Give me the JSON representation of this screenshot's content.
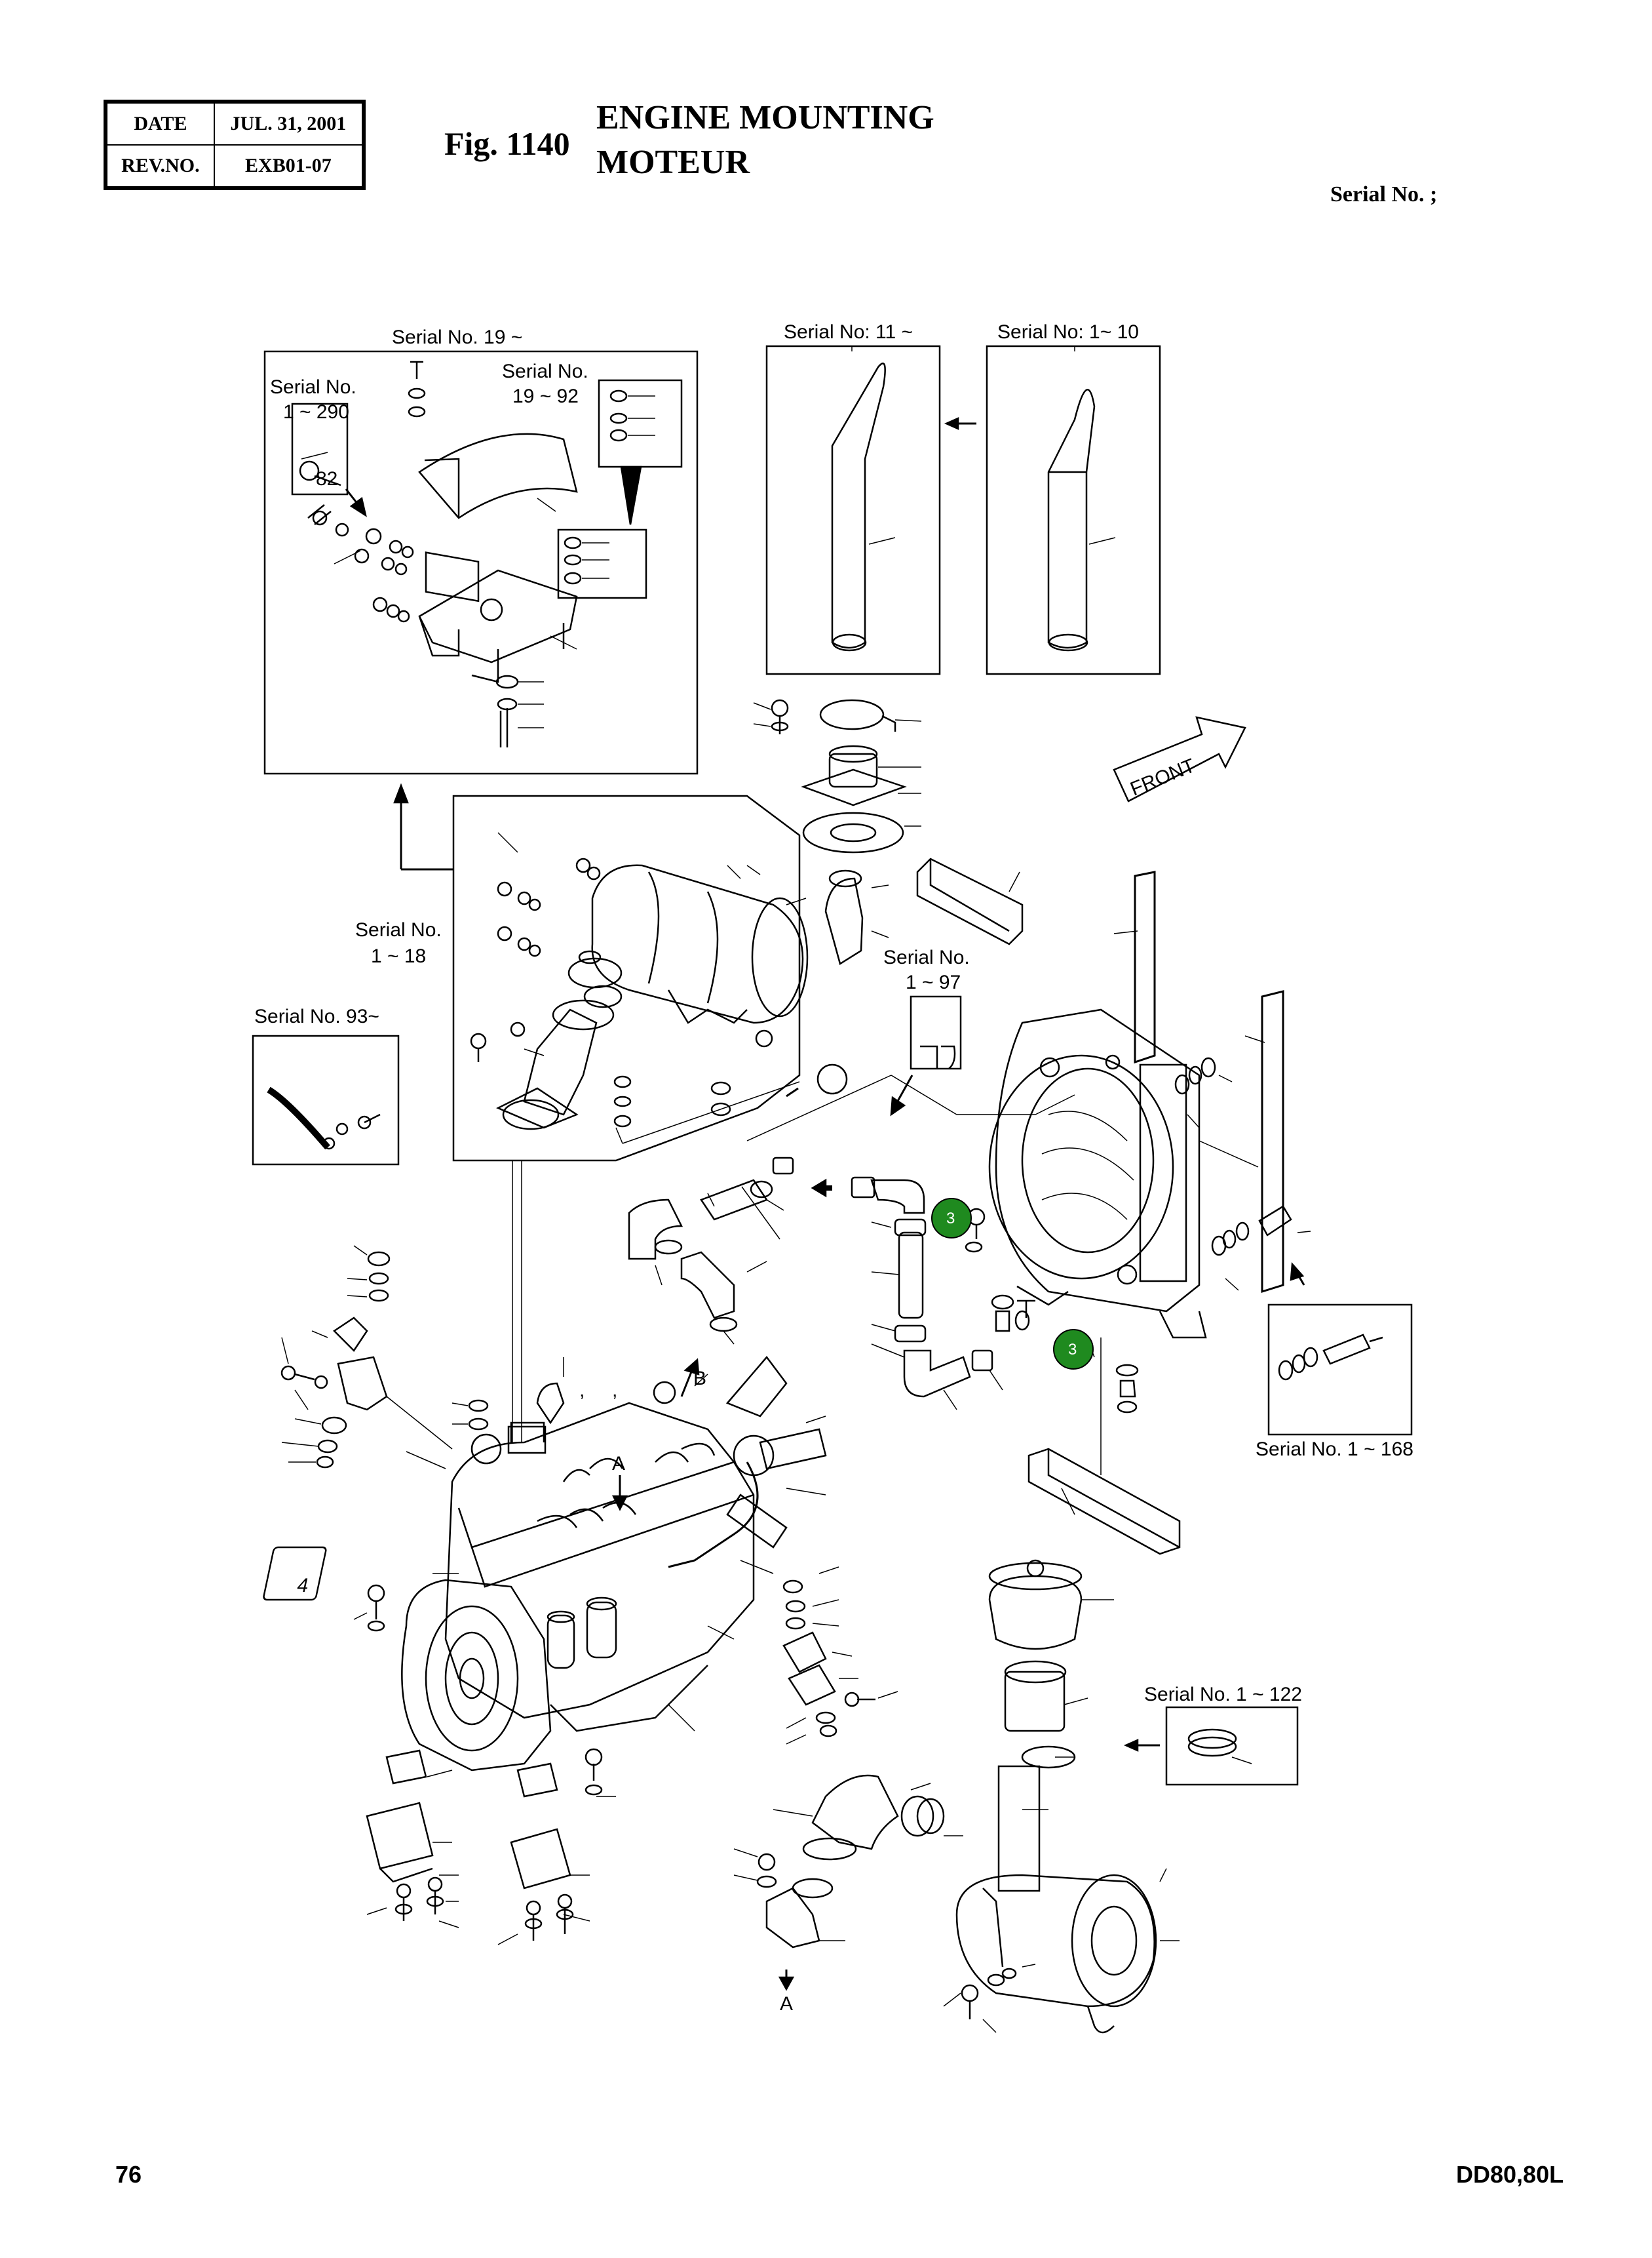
{
  "header": {
    "date_label": "DATE",
    "date_value": "JUL. 31, 2001",
    "rev_label": "REV.NO.",
    "rev_value": "EXB01-07",
    "fig_number": "Fig. 1140",
    "title_en": "ENGINE MOUNTING",
    "title_fr": "MOTEUR",
    "serial": "Serial No. ;"
  },
  "labels": {
    "s19": "Serial No. 19 ~",
    "s1_290_a": "Serial No.",
    "s1_290_b": "1 ~ 290",
    "s19_92_a": "Serial No.",
    "s19_92_b": "19 ~ 92",
    "s11": "Serial No: 11 ~",
    "s1_10": "Serial No: 1~ 10",
    "s1_18_a": "Serial No.",
    "s1_18_b": "1 ~ 18",
    "s93": "Serial No. 93~",
    "s1_97_a": "Serial No.",
    "s1_97_b": "1 ~ 97",
    "s1_168": "Serial No. 1 ~ 168",
    "s1_122": "Serial No. 1 ~ 122",
    "front": "FRONT",
    "letter_a": "A",
    "letter_b": "B",
    "callout_82": "82",
    "engine_mark": "4",
    "comma_1": ",",
    "comma_2": ","
  },
  "callouts": [
    "3",
    "3"
  ],
  "footer": {
    "page_number": "76",
    "model_code": "DD80,80L"
  },
  "colors": {
    "callout": "#1f8a1f",
    "line": "#000000"
  }
}
